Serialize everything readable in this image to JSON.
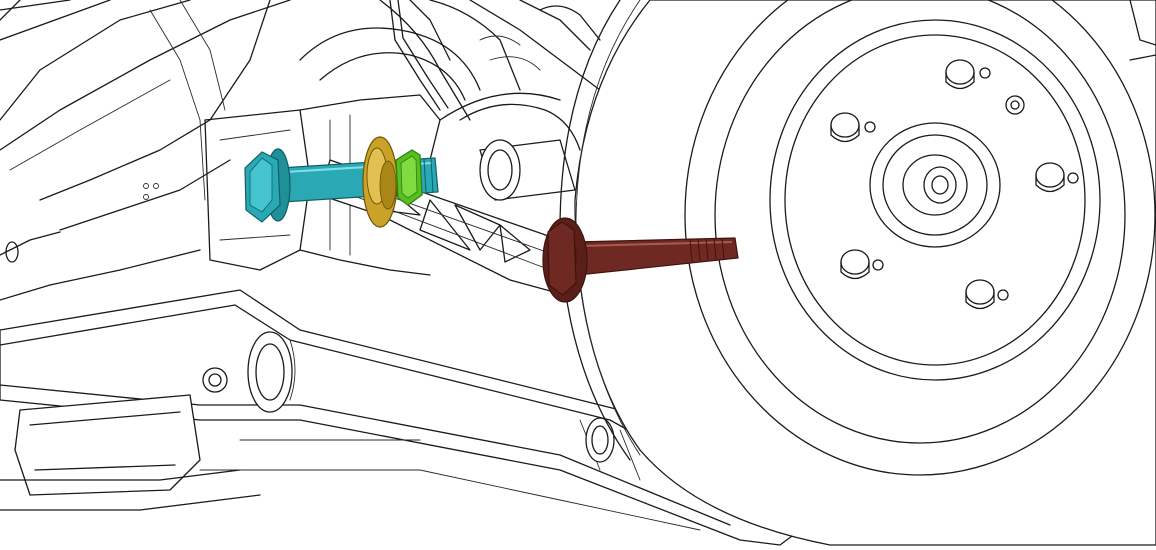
{
  "figure": {
    "description_visible_text": "",
    "colors": {
      "background": "#ffffff",
      "line": "#1a1a1a",
      "upper_bolt": "#2aa9b5",
      "upper_bolt_dark": "#157d88",
      "cam_washer": "#c9a227",
      "cam_washer_dark": "#8a6d12",
      "nut_green": "#55c020",
      "nut_green_dark": "#2f7d0c",
      "lower_bolt": "#6e2a22",
      "lower_bolt_dark": "#3f140f"
    },
    "components": {
      "upper_bolt": "camber-adjust-bolt",
      "cam_washer": "cam-washer",
      "nut": "flange-nut",
      "lower_bolt": "long-bolt",
      "brake_rotor": "brake-rotor",
      "wheel_studs_count": 5,
      "trailing_link": "rear-link",
      "lower_arm": "lower-control-arm"
    }
  }
}
